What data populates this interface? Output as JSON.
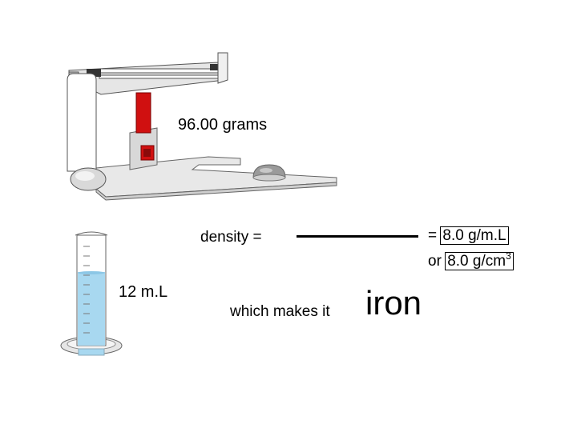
{
  "balance": {
    "mass_text": "96.00 grams"
  },
  "cylinder": {
    "volume_text": "12 m.L"
  },
  "equation": {
    "density_label": "density =",
    "result_prefix": "=",
    "result_ml": "8.0 g/m.L",
    "result_or": "or",
    "result_cm_base": "8.0 g/cm",
    "result_cm_exp": "3"
  },
  "conclusion": {
    "makes_text": "which makes it",
    "element": "iron"
  },
  "colors": {
    "scale_red": "#d01010",
    "water_blue": "#a8d8f0",
    "object_gray": "#9a9a9a"
  }
}
